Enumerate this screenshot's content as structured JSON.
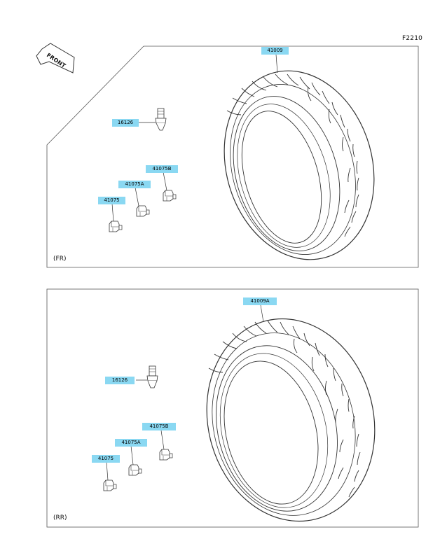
{
  "figure_code": "F2210",
  "front_arrow_label": "FRONT",
  "sections": [
    {
      "label": "(FR)",
      "parts": {
        "tire": "41009",
        "valve": "16126",
        "sensor_b": "41075B",
        "sensor_a": "41075A",
        "sensor": "41075"
      }
    },
    {
      "label": "(RR)",
      "parts": {
        "tire": "41009A",
        "valve": "16126",
        "sensor_b": "41075B",
        "sensor_a": "41075A",
        "sensor": "41075"
      }
    }
  ],
  "colors": {
    "tag_background": "#8ad8f2",
    "line": "#333333"
  }
}
